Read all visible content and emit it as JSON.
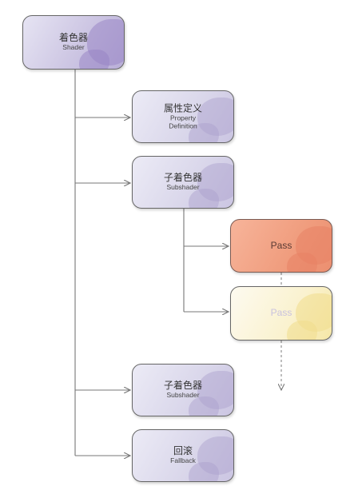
{
  "nodes": {
    "shader": {
      "zh": "着色器",
      "en": "Shader"
    },
    "property_definition": {
      "zh": "属性定义",
      "en_line1": "Property",
      "en_line2": "Definition"
    },
    "subshader_1": {
      "zh": "子着色器",
      "en": "Subshader"
    },
    "pass_1": {
      "label": "Pass"
    },
    "pass_2": {
      "label": "Pass"
    },
    "subshader_2": {
      "zh": "子着色器",
      "en": "Subshader"
    },
    "fallback": {
      "zh": "回滚",
      "en": "Fallback"
    }
  },
  "colors": {
    "purple": "#d9d6ea",
    "purple_dark": "#cbc5e2",
    "salmon": "#f09d7e",
    "cream": "#faf2cf",
    "line": "#777777"
  }
}
